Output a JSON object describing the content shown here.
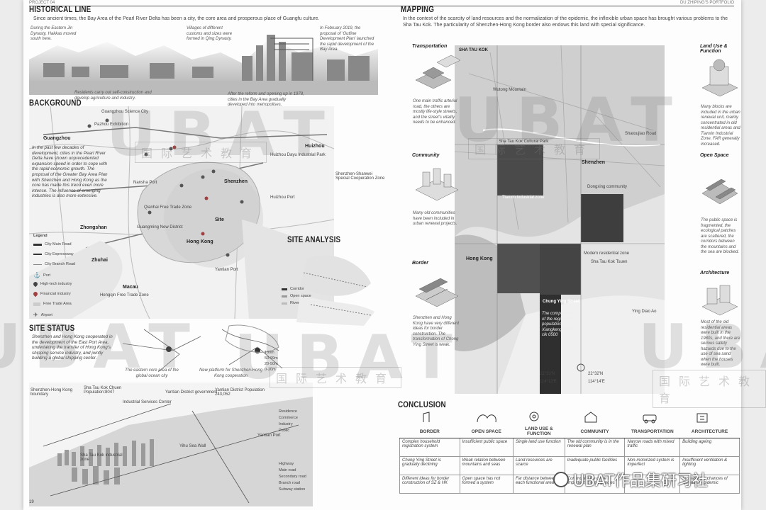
{
  "topbar": {
    "left": "PROJECT 04",
    "right": "DU ZHIPING'S PORTFOLIO"
  },
  "historical": {
    "title": "HISTORICAL LINE",
    "intro": "Since ancient times, the Bay Area of the Pearl River Delta has been a city, the core area and prosperous place of Guangfu culture.",
    "note1": "During the Eastern Jin Dynasty, Hakkas moved south here.",
    "note2": "Villages of different customs and sizes were formed in Qing Dynasty.",
    "note3": "In February 2019, the proposal of 'Outline Development Plan' launched the rapid development of the Bay Area.",
    "note4": "Residents carry out self-construction and develop agriculture and industry.",
    "note5": "After the reform and opening up in 1978, cities in the Bay Area gradually developed into metropolises."
  },
  "background": {
    "title": "BACKGROUND",
    "body": "In the past few decades of development, cities in the Pearl River Delta have shown unprecedented expansion speed in order to cope with the rapid economic growth. The proposal of the Greater Bay Area Plan with Shenzhen and Hong Kong as the core has made this trend even more intense. The influence of emerging industries is also more extensive.",
    "cities": [
      "Guangzhou",
      "Huizhou",
      "Shenzhen",
      "Zhongshan",
      "Zhuhai",
      "Hong Kong",
      "Macau",
      "Site"
    ],
    "places": [
      "Guangzhou Science City",
      "Pazhou Exhibition",
      "Nansha Port",
      "Huizhou Dayu Industrial Park",
      "Qianhai Free Trade Zone",
      "Guangming New District",
      "Shenzhen-Shanwei Special Cooperation Zone",
      "Huizhou Port",
      "Hengqin Free Trade Zone",
      "Yantian Port"
    ],
    "legend": [
      "City Main Road",
      "City Expressway",
      "City Branch Road",
      "Port",
      "High-tech industry",
      "Financial industry",
      "Free Trade Area",
      "Airport"
    ]
  },
  "site_analysis": {
    "title": "SITE ANALYSIS",
    "legend": [
      "Corridor",
      "Open space",
      "River"
    ]
  },
  "site_status": {
    "title": "SITE STATUS",
    "body": "Shenzhen and Hong Kong cooperated in the development of the East Port Area, undertaking the transfer of Hong Kong's shipping service industry, and jointly building a global shipping center.",
    "cap1": "The eastern core area of the global ocean city",
    "cap2": "New platform for Shenzhen-Hong Kong cooperation",
    "scale": [
      "100m",
      "50-99m",
      "20-50m",
      "0-20m"
    ],
    "labels": [
      "Shenzhen-Hong Kong boundary",
      "Sha Tau Kok Chuen Population:8047",
      "Industrial Services Center",
      "Yantian District government",
      "Yantian District Population 243,052",
      "Sha Tau Kok industrial zone",
      "Yihu Sea Wall",
      "Yantian Port"
    ],
    "legend": [
      "Residence",
      "Commerce",
      "Industry",
      "Public"
    ],
    "roads": [
      "Highway",
      "Main road",
      "Secondary road",
      "Branch road",
      "Subway station"
    ]
  },
  "mapping": {
    "title": "MAPPING",
    "body": "In the context of the scarcity of land resources and the normalization of the epidemic, the inflexible urban space has brought various problems to the Sha Tau Kok. The particularity of Shenzhen-Hong Kong border also endows this land with special significance.",
    "map_labels": [
      "SHA TAU KOK",
      "Shenzhen",
      "Hong Kong",
      "Tianxin industrial zone",
      "Dongxing community",
      "Modern residential zone",
      "Chung Ying Street",
      "Sha Tau Kok Tsuen",
      "Ying Diao Ao",
      "Wutong Mountain",
      "Shatoujiao Road",
      "Sha Tau Kok Cultural Park"
    ],
    "chung_note": "The composition of the registered population Xiangkeng 2027 cik 0500",
    "coords": [
      "22°33'N",
      "114°13'E",
      "22°32'N",
      "114°14'E"
    ],
    "left_items": [
      {
        "title": "Transportation",
        "text": "One main traffic arterial road, the others are mostly life-style streets, and the street's vitality needs to be enhanced."
      },
      {
        "title": "Community",
        "text": "Many old communities have been included in urban renewal projects."
      },
      {
        "title": "Border",
        "text": "Shenzhen and Hong Kong have very different ideas for border construction. The transformation of Chong Ying Street is weak."
      }
    ],
    "right_items": [
      {
        "title": "Land Use & Function",
        "text": "Many blocks are included in the urban renewal unit, mainly concentrated in old residential areas and Tianxin Industrial Zone. FAR generally increased."
      },
      {
        "title": "Open Space",
        "text": "The public space is fragmented, the ecological patches are scattered, the corridors between the mountains and the sea are blocked."
      },
      {
        "title": "Architecture",
        "text": "Most of the old residential areas were built in the 1980s, and there are serious safety hazards due to the use of sea sand when the houses were built."
      }
    ]
  },
  "conclusion": {
    "title": "CONCLUSION",
    "headers": [
      "BORDER",
      "OPEN SPACE",
      "LAND USE & FUNCTION",
      "COMMUNITY",
      "TRANSPORTATION",
      "ARCHITECTURE"
    ],
    "rows": [
      [
        "Complex household registration system",
        "Insufficient public space",
        "Single land use function",
        "The old community is in the renewal plan",
        "Narrow roads with mixed traffic",
        "Building ageing"
      ],
      [
        "Chung Ying Street is gradually declining",
        "Weak relation between mountains and seas",
        "Land resources are scarce",
        "Inadequate public facilities",
        "Non-motorized system is imperfect",
        "Insufficient ventilation & lighting"
      ],
      [
        "Different ideas for border construction of SZ & HK",
        "Open space has not formed a system",
        "Far distance between each functional area",
        "Community life circle is imperfect in emergencies",
        "",
        "Increase the chances of spread of epidemic"
      ]
    ]
  },
  "watermark": {
    "text": "UBAT",
    "cn": "国际艺术教育",
    "wechat": "UBAT作品集研习社"
  },
  "page_number": "19"
}
